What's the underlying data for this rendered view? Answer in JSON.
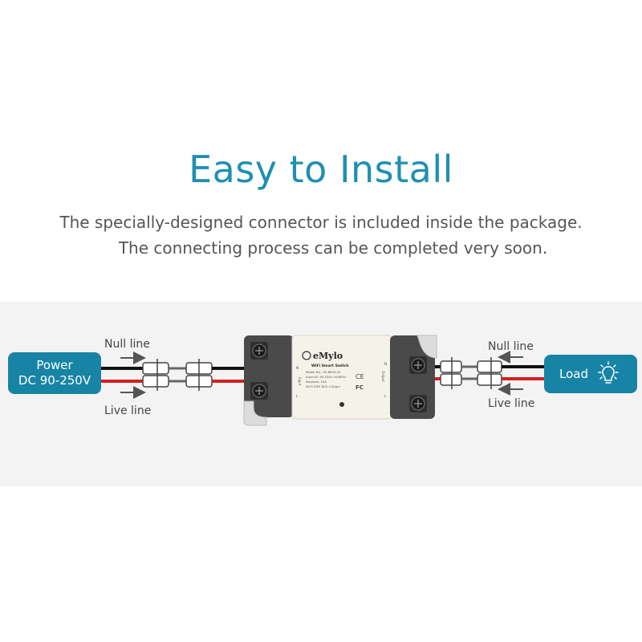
{
  "header": {
    "title": "Easy to Install",
    "subtitle_line1": "The specially-designed connector is included inside the package.",
    "subtitle_line2": "The connecting process can be completed very soon."
  },
  "diagram": {
    "power_label_line1": "Power",
    "power_label_line2": "DC 90-250V",
    "load_label": "Load",
    "null_line_left": "Null line",
    "live_line_left": "Live line",
    "null_line_right": "Null line",
    "live_line_right": "Live line",
    "device": {
      "brand": "eMylo",
      "product_line": "WiFi Smart Switch",
      "model": "Model No.: SS-8839-03",
      "input_rating": "Input:AC 90-250v 50/60Hz",
      "max_load": "Maxload: 10A",
      "wifi_spec": "Wi-Fi IEEE 802.11b/g/n",
      "input_side": "Input",
      "output_side": "Output",
      "marks": [
        "N",
        "L"
      ],
      "ce_mark": "CE",
      "fc_mark": "FC"
    },
    "colors": {
      "accent": "#1f8fb2",
      "pill": "#1784a6",
      "live_wire": "#d42020",
      "null_wire": "#111111",
      "terminal": "#4a4a4a",
      "band": "#f3f3f3"
    }
  }
}
